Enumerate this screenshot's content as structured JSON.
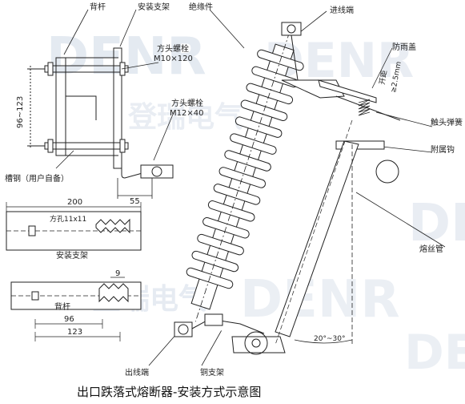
{
  "watermark": {
    "brand_latin": "DENR",
    "brand_cn": "登瑞电气"
  },
  "labels": {
    "back_bar": "背杆",
    "mount_bracket": "安装支架",
    "insulator": "绝缘件",
    "incoming_terminal": "进线端",
    "rain_cover": "防雨盖",
    "contact_spring": "触头弹簧",
    "hook": "附属钩",
    "fuse_tube": "熔丝管",
    "outgoing_terminal": "出线端",
    "copper_bracket": "铜支架",
    "channel_steel": "槽钢（用户自备）",
    "bolt1_name": "方头螺栓",
    "bolt1_size": "M10×120",
    "bolt2_name": "方头螺栓",
    "bolt2_size": "M12×40",
    "dim_96_123": "96~123",
    "dim_55": "55",
    "dim_200": "200",
    "square_hole": "方孔11x11",
    "bracket_view": "安装支架",
    "dim_9": "9",
    "backbar_view": "背杆",
    "dim_96": "96",
    "dim_123": "123",
    "angle": "20°~30°",
    "gap_label": "开距",
    "gap_value": "≥2.5mm"
  },
  "caption": "出口跌落式熔断器-安装方式示意图"
}
